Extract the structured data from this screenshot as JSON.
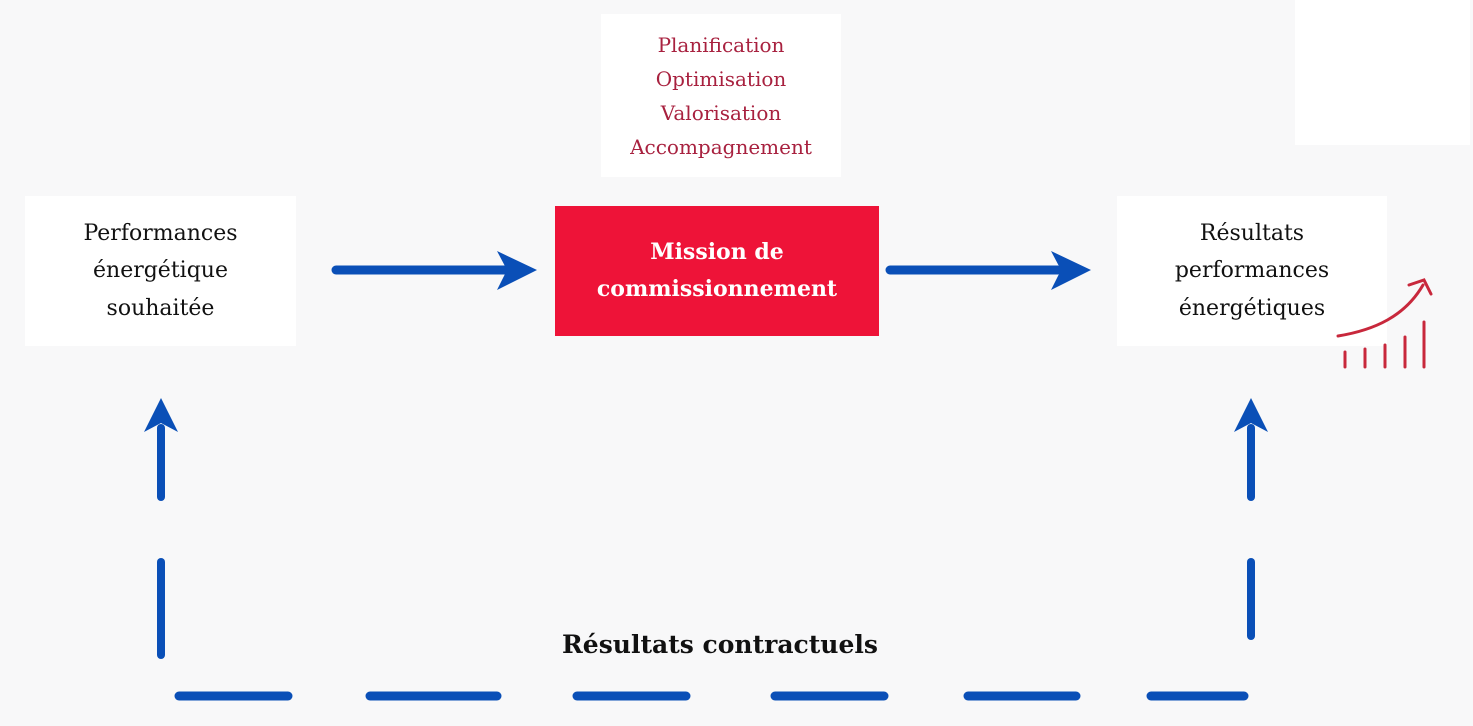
{
  "steps": [
    "Planification",
    "Optimisation",
    "Valorisation",
    "Accompagnement"
  ],
  "input_node": {
    "lines": [
      "Performances",
      "énergétique",
      "souhaitée"
    ]
  },
  "mission_node": {
    "lines": [
      "Mission de",
      "commissionnement"
    ]
  },
  "output_node": {
    "lines": [
      "Résultats",
      "performances",
      "énergétiques"
    ]
  },
  "contract_label": "Résultats contractuels",
  "colors": {
    "arrow": "#0a4fb7",
    "mission": "#ee1338",
    "steps_text": "#a8213f",
    "chart_icon": "#c8283c"
  },
  "icons": {
    "growth": "growth-chart-icon"
  }
}
